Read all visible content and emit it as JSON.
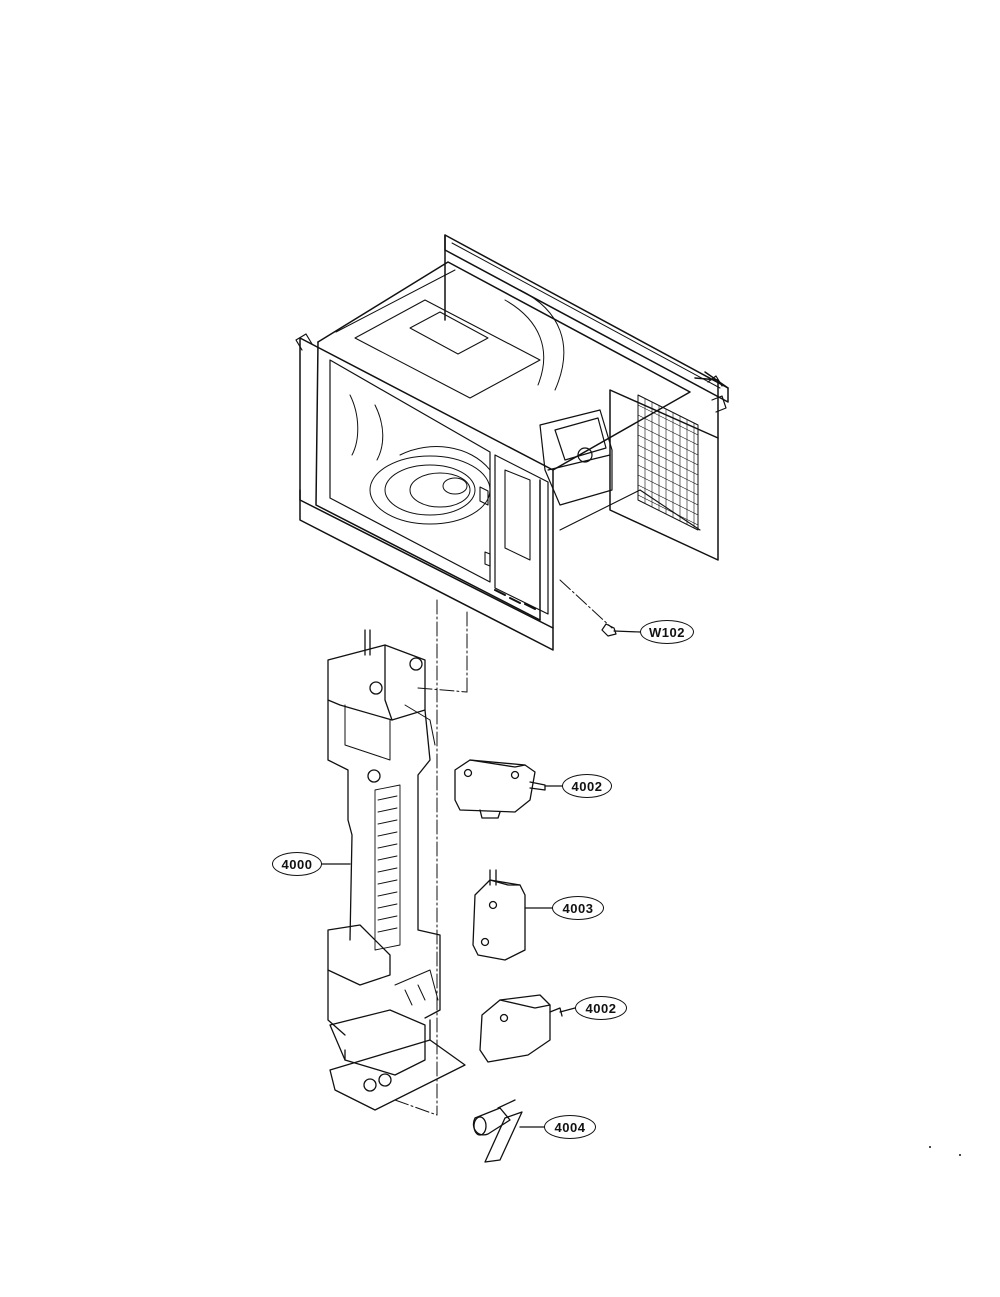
{
  "callouts": {
    "w102": "W102",
    "part_4002_upper": "4002",
    "part_4000": "4000",
    "part_4003": "4003",
    "part_4002_lower": "4002",
    "part_4004": "4004"
  },
  "colors": {
    "line": "#111111",
    "background": "#ffffff"
  }
}
